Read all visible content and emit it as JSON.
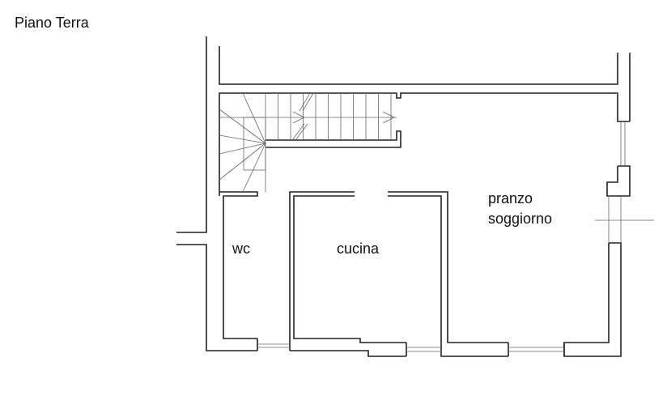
{
  "title": "Piano Terra",
  "rooms": {
    "wc": "wc",
    "kitchen": "cucina",
    "dining": "pranzo",
    "living": "soggiorno"
  }
}
